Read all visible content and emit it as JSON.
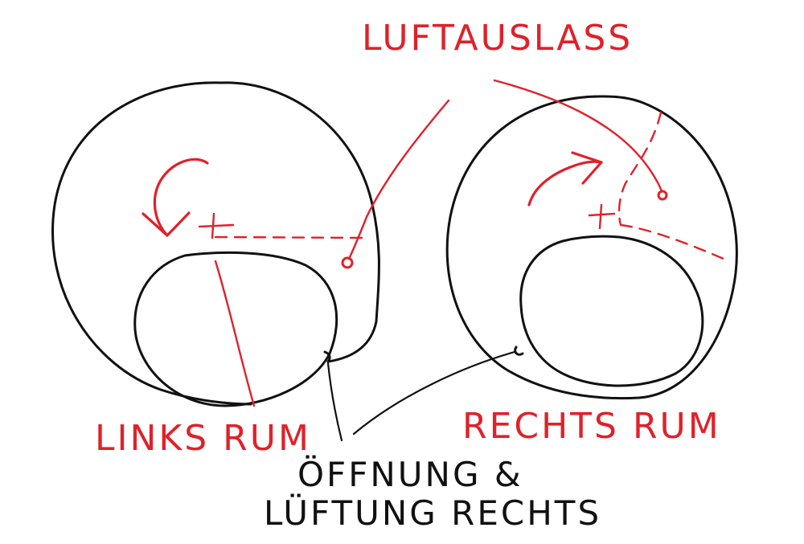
{
  "colors": {
    "ink": "#111111",
    "accent": "#e0212a",
    "background": "#ffffff"
  },
  "labels": {
    "outlet": "LUFTAUSLASS",
    "left_room": "LINKS RUM",
    "right_room": "RECHTS RUM",
    "opening_line1": "ÖFFNUNG &",
    "opening_line2": "LÜFTUNG RECHTS"
  }
}
